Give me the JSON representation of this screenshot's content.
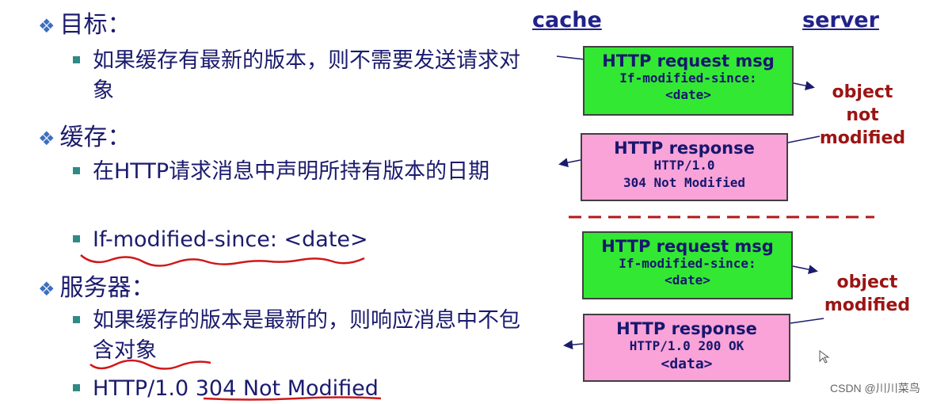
{
  "left": {
    "section1": {
      "bullet": "❖",
      "title": "目标："
    },
    "item1": "如果缓存有最新的版本，则不需要发送请求对象",
    "section2": {
      "bullet": "❖",
      "title": "缓存："
    },
    "item2": "在HTTP请求消息中声明所持有版本的日期",
    "item3": "If-modified-since: <date>",
    "section3": {
      "bullet": "❖",
      "title": "服务器："
    },
    "item4": "如果缓存的版本是最新的，则响应消息中不包含对象",
    "item5": "HTTP/1.0 304 Not Modified"
  },
  "diagram": {
    "cache_label": "cache",
    "server_label": "server",
    "case1": {
      "request": {
        "title": "HTTP request msg",
        "line1": "If-modified-since:",
        "line2": "<date>"
      },
      "note": [
        "object",
        "not",
        "modified"
      ],
      "response": {
        "title": "HTTP response",
        "line1": "HTTP/1.0",
        "line2": "304 Not Modified"
      }
    },
    "case2": {
      "request": {
        "title": "HTTP request msg",
        "line1": "If-modified-since:",
        "line2": "<date>"
      },
      "note": [
        "object",
        "modified"
      ],
      "response": {
        "title": "HTTP response",
        "line1": "HTTP/1.0 200 OK",
        "line2": "<data>"
      }
    }
  },
  "watermark": "CSDN @川川菜鸟",
  "colors": {
    "text": "#1b1b6e",
    "request_box": "#33e833",
    "response_box": "#f9a3d8",
    "note": "#9c1414",
    "wavy": "#d01818"
  }
}
